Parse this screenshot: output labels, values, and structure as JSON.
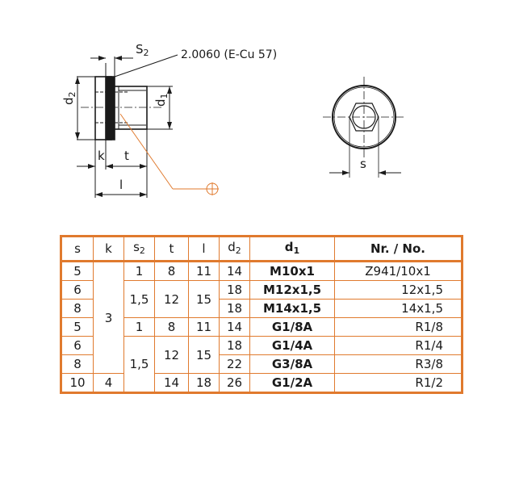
{
  "drawing": {
    "material_label": "2.0060 (E-Cu 57)",
    "dim_s2": "S2",
    "dim_d2": "d2",
    "dim_d1": "d1",
    "dim_k": "k",
    "dim_t": "t",
    "dim_l": "l",
    "dim_s": "s"
  },
  "table": {
    "headers": [
      "s",
      "k",
      "S2",
      "t",
      "l",
      "d2",
      "d1",
      "Nr. / No."
    ],
    "header_base": {
      "s2": "s",
      "d2": "d",
      "d1": "d"
    },
    "header_sub": {
      "s2": "2",
      "d2": "2",
      "d1": "1"
    },
    "rows": [
      {
        "s": "5",
        "k": "3",
        "s2": "1",
        "t": "8",
        "l": "11",
        "d2": "14",
        "d1": "M10x1",
        "nr": "Z941/10x1"
      },
      {
        "s": "6",
        "s2": "1,5",
        "t": "12",
        "l": "15",
        "d2": "18",
        "d1": "M12x1,5",
        "nr": "12x1,5"
      },
      {
        "s": "8",
        "d2": "18",
        "d1": "M14x1,5",
        "nr": "14x1,5"
      },
      {
        "s": "5",
        "s2": "1",
        "t": "8",
        "l": "11",
        "d2": "14",
        "d1": "G1/8A",
        "nr": "R1/8"
      },
      {
        "s": "6",
        "s2": "1,5",
        "t": "12",
        "l": "15",
        "d2": "18",
        "d1": "G1/4A",
        "nr": "R1/4"
      },
      {
        "s": "8",
        "d2": "22",
        "d1": "G3/8A",
        "nr": "R3/8"
      },
      {
        "s": "10",
        "k": "4",
        "t": "14",
        "l": "18",
        "d2": "26",
        "d1": "G1/2A",
        "nr": "R1/2"
      }
    ]
  },
  "colors": {
    "accent": "#e07a2e",
    "line": "#1a1a1a"
  }
}
